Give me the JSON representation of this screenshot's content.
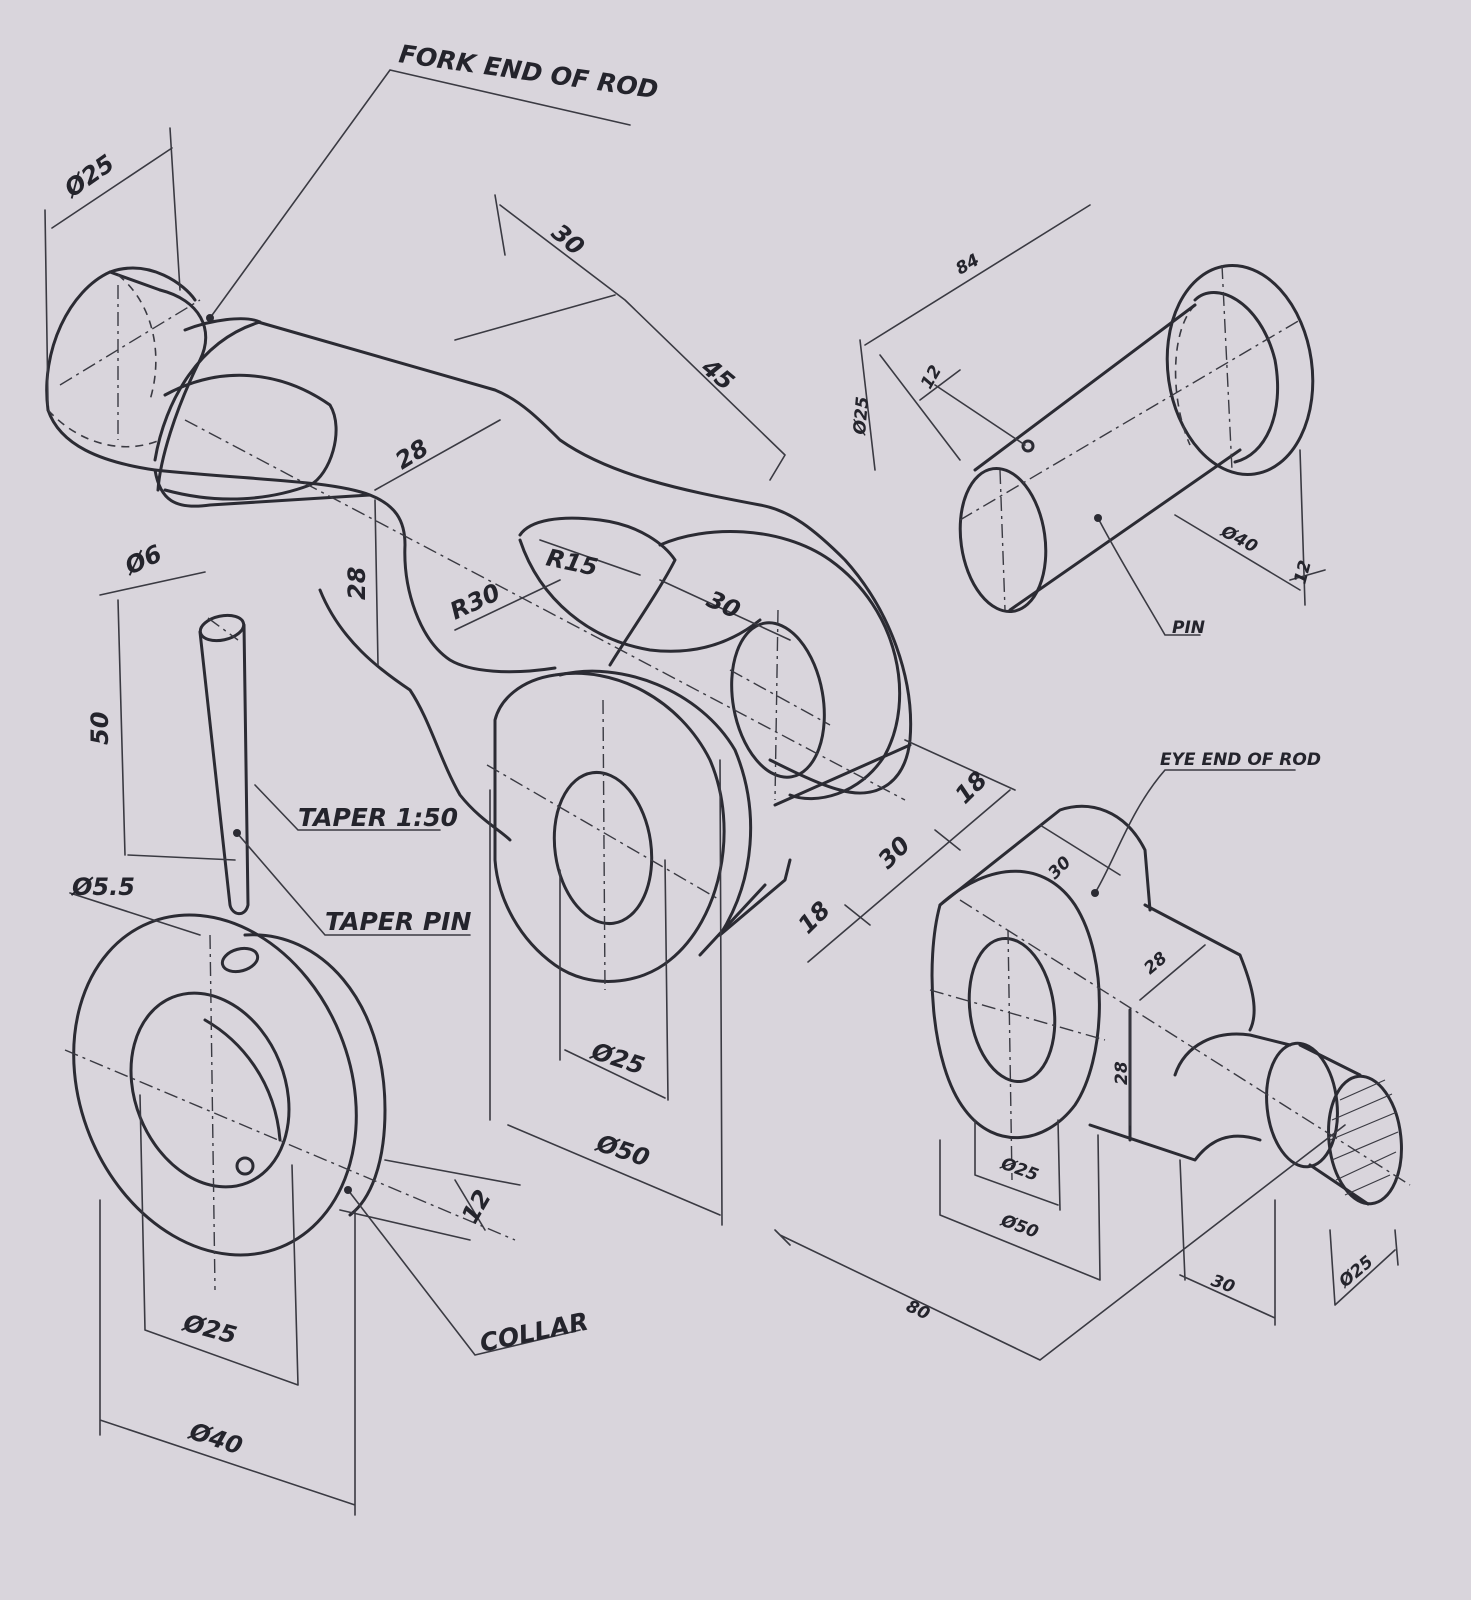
{
  "labels": {
    "fork_end": "FORK END OF ROD",
    "pin": "PIN",
    "eye_end": "EYE END OF ROD",
    "taper_ratio": "TAPER 1:50",
    "taper_pin": "TAPER PIN",
    "collar": "COLLAR"
  },
  "dimensions": {
    "fork_dia25": "Ø25",
    "fork_30": "30",
    "fork_45": "45",
    "fork_28_top": "28",
    "fork_28_side": "28",
    "fork_r15": "R15",
    "fork_r30": "R30",
    "fork_30_hole": "30",
    "fork_18_a": "18",
    "fork_30_b": "30",
    "fork_18_c": "18",
    "fork_bore25": "Ø25",
    "fork_boss50": "Ø50",
    "pin_84": "84",
    "pin_12_a": "12",
    "pin_dia25": "Ø25",
    "pin_head40": "Ø40",
    "pin_12_b": "12",
    "taper_dia6": "Ø6",
    "taper_50": "50",
    "collar_hole": "Ø5.5",
    "collar_12": "12",
    "collar_bore25": "Ø25",
    "collar_dia40": "Ø40",
    "eye_30": "30",
    "eye_28_top": "28",
    "eye_28_side": "28",
    "eye_bore25": "Ø25",
    "eye_boss50": "Ø50",
    "eye_80": "80",
    "eye_30_shank": "30",
    "eye_rod25": "Ø25"
  },
  "colors": {
    "paper": "#d9d5dc",
    "ink": "#2b2b33"
  }
}
